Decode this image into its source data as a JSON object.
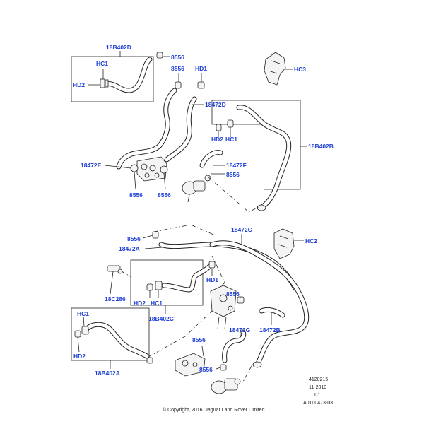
{
  "labels": {
    "l_18B402D": "18B402D",
    "l_8556_a": "8556",
    "l_8556_b": "8556",
    "l_HD1_a": "HD1",
    "l_HC3": "HC3",
    "l_HC1_a": "HC1",
    "l_HD2_a": "HD2",
    "l_18472D": "18472D",
    "l_HD2_b": "HD2",
    "l_HC1_b": "HC1",
    "l_18B402B": "18B402B",
    "l_18472E": "18472E",
    "l_18472F": "18472F",
    "l_8556_c": "8556",
    "l_8556_d": "8556",
    "l_8556_e": "8556",
    "l_8556_f": "8556",
    "l_18472C": "18472C",
    "l_18472A": "18472A",
    "l_HC2": "HC2",
    "l_HD1_b": "HD1",
    "l_18C286": "18C286",
    "l_8556_g": "8556",
    "l_HD2_c": "HD2",
    "l_HC1_c": "HC1",
    "l_18B402C": "18B402C",
    "l_HC1_d": "HC1",
    "l_18472G": "18472G",
    "l_18472B": "18472B",
    "l_8556_h": "8556",
    "l_HD2_d": "HD2",
    "l_8556_i": "8556",
    "l_18B402A": "18B402A"
  },
  "footer": {
    "code": "4120215",
    "date": "11-2010",
    "initials": "LJ",
    "ref": "A0100473-03",
    "copyright": "© Copyright, 2016. Jaguar Land Rover Limited."
  }
}
